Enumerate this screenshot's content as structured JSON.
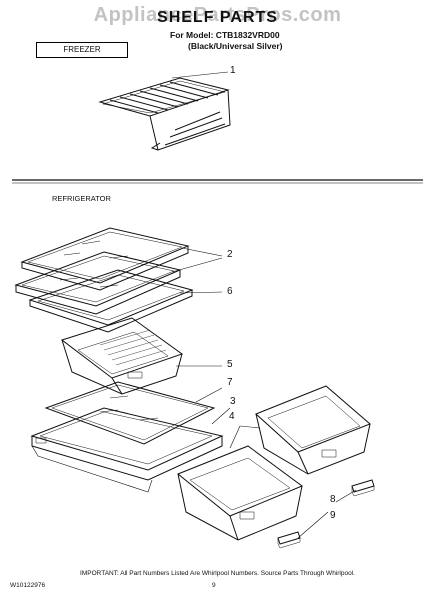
{
  "watermark": "AppliancePartsPros.com",
  "title": "SHELF PARTS",
  "model_line": "For Model: CTB1832VRD00",
  "color_line": "(Black/Universal Silver)",
  "sections": {
    "freezer": "FREEZER",
    "refrigerator": "REFRIGERATOR"
  },
  "callouts": [
    "1",
    "2",
    "6",
    "5",
    "7",
    "3",
    "4",
    "8",
    "9"
  ],
  "footer": {
    "notice": "IMPORTANT: All Part Numbers Listed Are Whirlpool Numbers. Source Parts Through Whirlpool.",
    "doc_number": "W10122976",
    "page": "9"
  }
}
